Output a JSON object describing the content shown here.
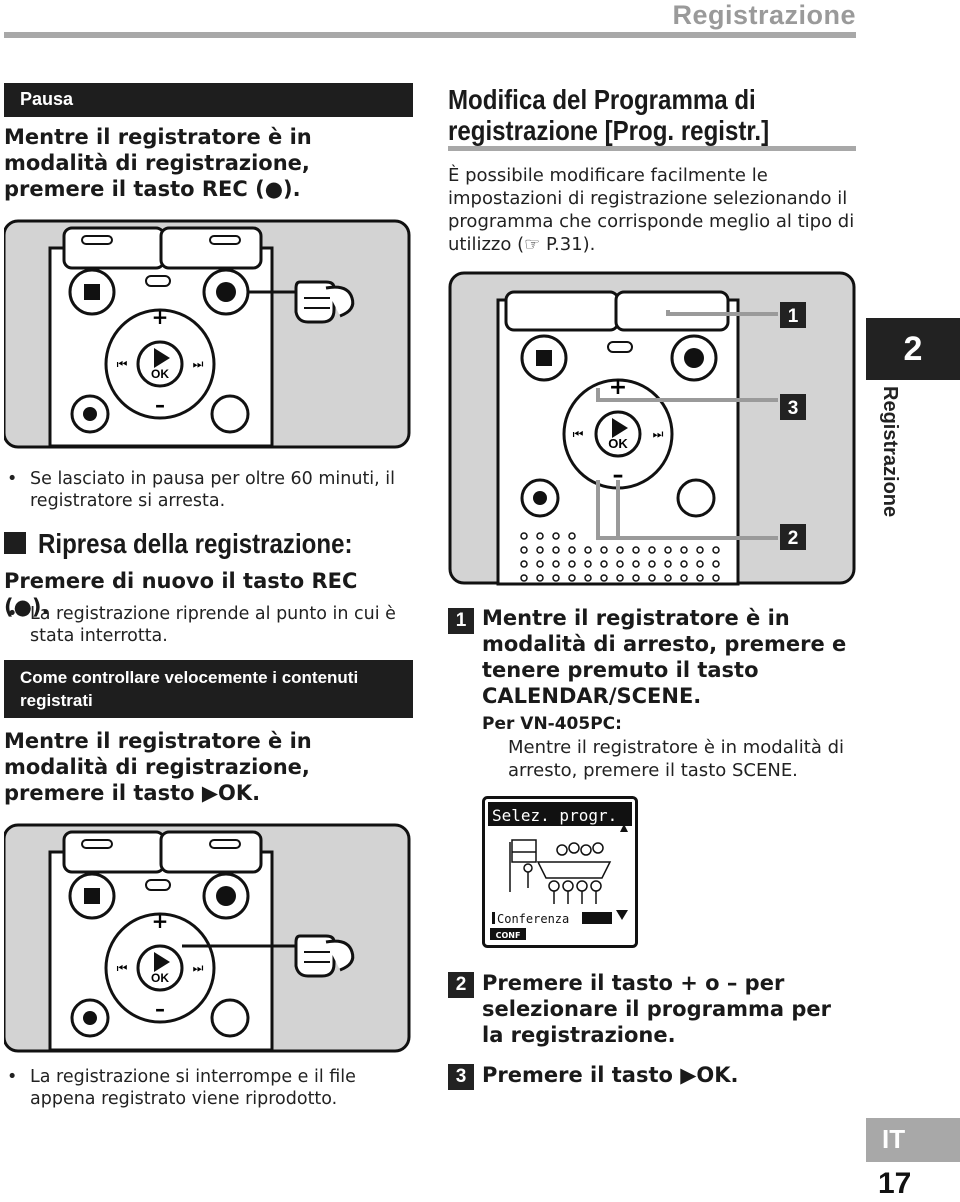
{
  "header": {
    "section_title": "Registrazione"
  },
  "left": {
    "pause_heading": "Pausa",
    "pause_instruction": "Mentre il registratore è in modalità di registrazione, premere il tasto REC (●).",
    "pause_note": "Se lasciato in pausa per oltre 60 minuti, il registratore si arresta.",
    "resume_heading": "Ripresa della registrazione:",
    "resume_instruction": "Premere di nuovo il tasto REC (●).",
    "resume_note": "La registrazione riprende al punto in cui è stata interrotta.",
    "quick_check_heading": "Come controllare velocemente i contenuti registrati",
    "quick_check_instruction": "Mentre il registratore è in modalità di registrazione, premere il tasto ▶OK.",
    "quick_check_note": "La registrazione si interrompe e il file appena registrato viene riprodotto."
  },
  "right": {
    "title": "Modifica del Programma di registrazione [Prog. registr.]",
    "intro": "È possibile modificare facilmente le impostazioni di registrazione selezionando il programma che corrisponde meglio al tipo di utilizzo (☞ P.31).",
    "callouts": [
      "1",
      "3",
      "2"
    ],
    "steps": [
      {
        "num": "1",
        "text": "Mentre il registratore è in modalità di arresto, premere e tenere premuto il tasto CALENDAR/SCENE."
      },
      {
        "num": "2",
        "text": "Premere il tasto + o – per selezionare il programma per la registrazione."
      },
      {
        "num": "3",
        "text": "Premere il tasto ▶OK."
      }
    ],
    "model_note_label": "Per VN-405PC:",
    "model_note_text": "Mentre il registratore è in modalità di arresto, premere il tasto SCENE.",
    "lcd": {
      "title": "Selez. progr.",
      "item": "Conferenza",
      "badge": "CONF"
    }
  },
  "device": {
    "ok_label": "OK",
    "plus": "+",
    "minus": "–"
  },
  "side_tab": {
    "number": "2",
    "label": "Registrazione"
  },
  "footer": {
    "lang": "IT",
    "page": "17"
  }
}
